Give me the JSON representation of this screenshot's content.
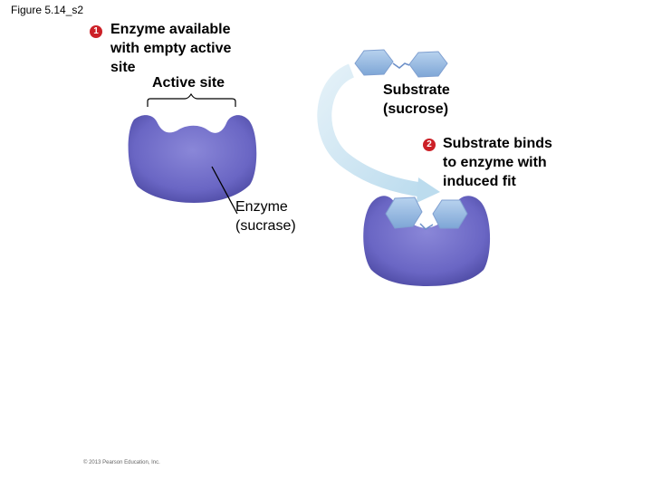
{
  "figure_title": "Figure 5.14_s2",
  "step1": {
    "badge": "1",
    "lines": [
      "Enzyme available",
      "with empty active",
      "site"
    ]
  },
  "active_site_label": "Active site",
  "substrate_label": [
    "Substrate",
    "(sucrose)"
  ],
  "step2": {
    "badge": "2",
    "lines": [
      "Substrate binds",
      "to enzyme with",
      "induced fit"
    ]
  },
  "enzyme_label": [
    "Enzyme",
    "(sucrase)"
  ],
  "copyright": "© 2013 Pearson Education, Inc.",
  "colors": {
    "enzyme": "#6a66c4",
    "enzyme_dark": "#4d4aa3",
    "substrate": "#8fb6e0",
    "arrow": "#cfe6f2",
    "badge": "#cc2027"
  }
}
